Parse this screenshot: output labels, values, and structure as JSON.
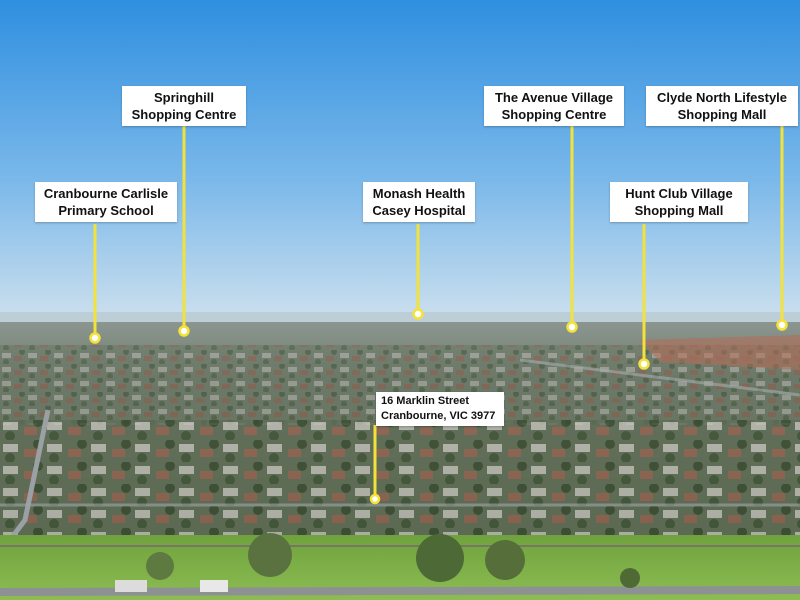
{
  "colors": {
    "sky_top": "#2f8fe0",
    "sky_mid": "#8cc3ee",
    "horizon": "#cfe1ee",
    "suburb": "#6d7a6a",
    "grass": "#7fb24a",
    "marker": "#f2e23a",
    "label_bg": "#ffffff"
  },
  "labels": [
    {
      "id": "springhill",
      "line1": "Springhill",
      "line2": "Shopping Centre"
    },
    {
      "id": "avenue",
      "line1": "The Avenue Village",
      "line2": "Shopping Centre"
    },
    {
      "id": "clyde",
      "line1": "Clyde North Lifestyle",
      "line2": "Shopping Mall"
    },
    {
      "id": "cranbourne",
      "line1": "Cranbourne Carlisle",
      "line2": "Primary School"
    },
    {
      "id": "monash",
      "line1": "Monash Health",
      "line2": "Casey Hospital"
    },
    {
      "id": "huntclub",
      "line1": "Hunt Club Village",
      "line2": "Shopping Mall"
    },
    {
      "id": "property",
      "line1": "16 Marklin Street",
      "line2": "Cranbourne, VIC 3977"
    }
  ]
}
